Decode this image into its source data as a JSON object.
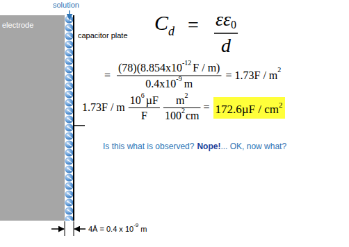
{
  "diagram": {
    "nodes": [
      {
        "text": [
          "electrode"
        ]
      },
      {
        "text": [
          "172.6µF / cm",
          "2"
        ]
      }
    ],
    "labels": [
      "solution",
      "capacitor plate",
      "C",
      "d",
      "=",
      "εε",
      "0",
      "d",
      "=",
      "(78)(8.854x10",
      "-12",
      "F / m)",
      "0.4x10",
      "-9",
      "m",
      "= 1.73F / m",
      "2",
      "1.73F / m",
      "10",
      "6",
      "µF",
      "F",
      "m",
      "2",
      "100",
      "2",
      "cm",
      "=",
      "Is this what is observed?",
      "Nope!",
      "... OK, now what?",
      "4Å = 0.4 x 10",
      "-9",
      "m"
    ]
  }
}
